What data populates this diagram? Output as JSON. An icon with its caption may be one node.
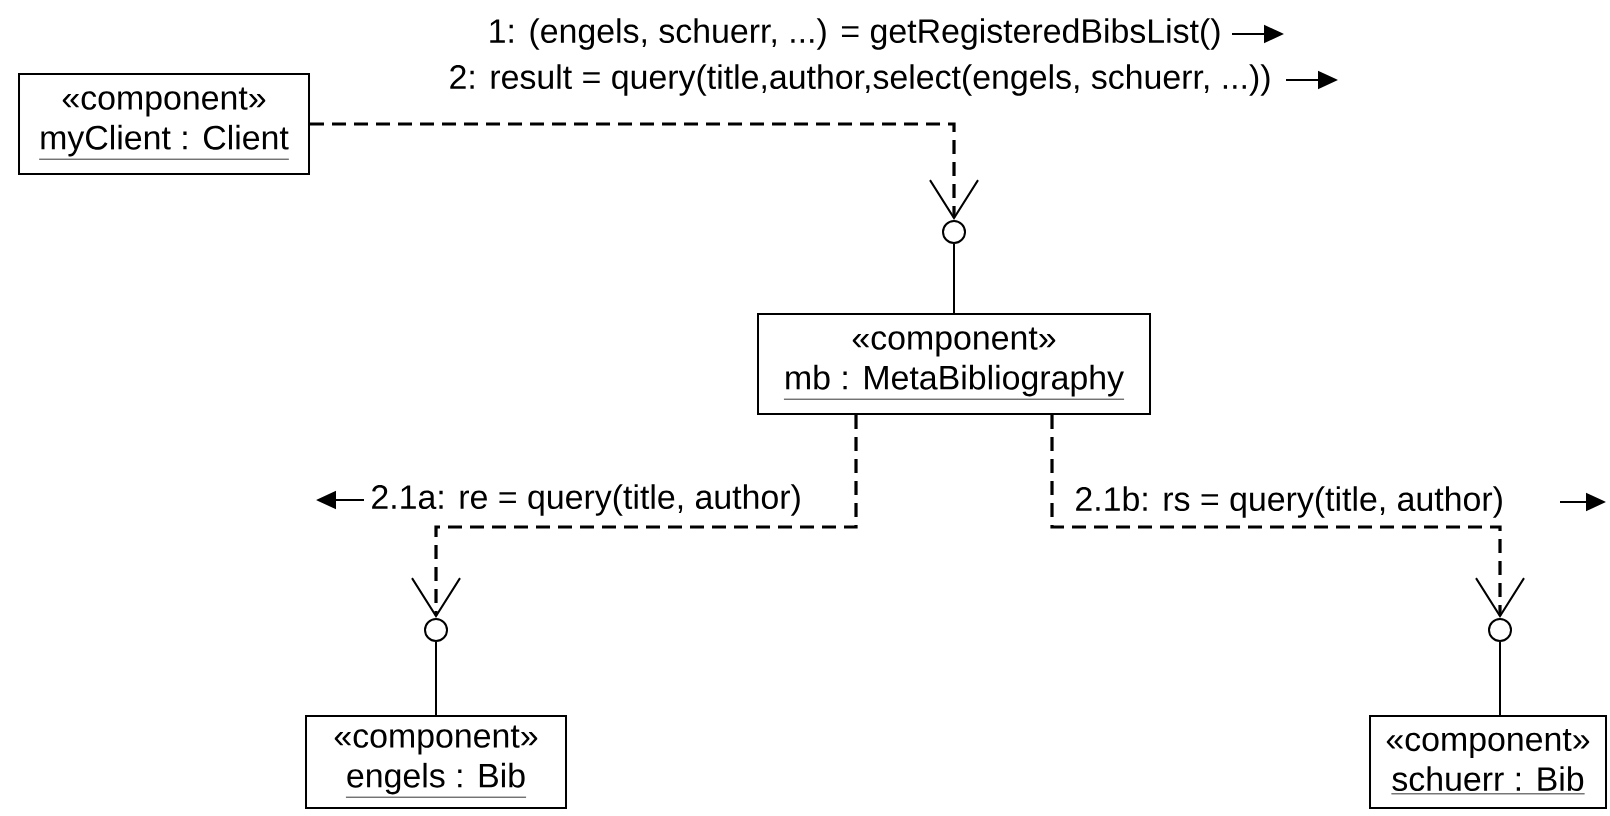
{
  "diagram": {
    "nodes": [
      {
        "text": [
          "«component»",
          "myClient : Client"
        ]
      },
      {
        "text": [],
        "shape": "circle"
      },
      {
        "text": [
          "«component»",
          "mb : MetaBibliography"
        ]
      },
      {
        "text": [],
        "shape": "circle"
      },
      {
        "text": [],
        "shape": "circle"
      },
      {
        "text": [
          "«component»",
          "engels : Bib"
        ]
      },
      {
        "text": [
          "«component»",
          "schuerr : Bib"
        ]
      }
    ],
    "edges": [
      {
        "from": 0,
        "to": 1,
        "arrow": "to",
        "style": "dashed"
      },
      {
        "from": 1,
        "to": 2,
        "arrow": "none"
      },
      {
        "from": 2,
        "to": 3,
        "arrow": "to",
        "style": "dashed"
      },
      {
        "from": 3,
        "to": 5,
        "arrow": "none"
      },
      {
        "from": 2,
        "to": 4,
        "arrow": "to",
        "style": "dashed"
      },
      {
        "from": 4,
        "to": 6,
        "arrow": "none"
      }
    ],
    "labels": [
      "1: (engels, schuerr, ...) = getRegisteredBibsList()",
      "2: result = query(title,author,select(engels, schuerr, ...))",
      "2.1a: re = query(title, author)",
      "2.1b: rs = query(title, author)"
    ]
  }
}
